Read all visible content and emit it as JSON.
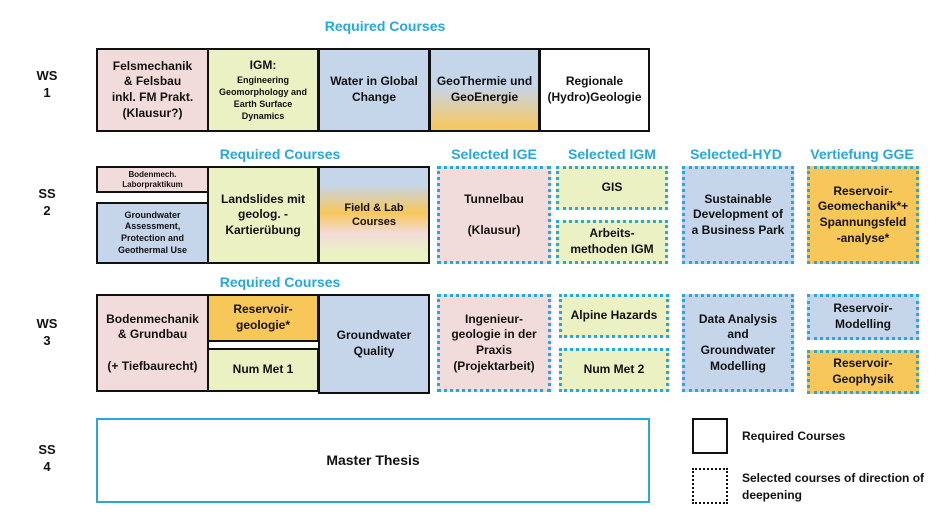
{
  "semesters": [
    "WS\n1",
    "SS\n2",
    "WS\n3",
    "SS\n4"
  ],
  "headers": {
    "required_1": "Required Courses",
    "required_2": "Required Courses",
    "required_3": "Required Courses",
    "selected_ige": "Selected IGE",
    "selected_igm": "Selected IGM",
    "selected_hyd": "Selected-HYD",
    "vertiefung_gge": "Vertiefung GGE"
  },
  "ws1": {
    "felsmechanik": "Felsmechanik\n& Felsbau\ninkl. FM Prakt.\n(Klausur?)",
    "igm_title": "IGM:",
    "igm_sub": "Engineering\nGeomorphology and\nEarth Surface\nDynamics",
    "water_global": "Water in Global\nChange",
    "geothermie": "GeoThermie und\nGeoEnergie",
    "regionale": "Regionale\n(Hydro)Geologie"
  },
  "ss2": {
    "bodenmech_lab": "Bodenmech.\nLaborpraktikum",
    "groundwater_assessment": "Groundwater\nAssessment,\nProtection and\nGeothermal Use",
    "landslides": "Landslides mit\ngeolog. -\nKartierübung",
    "field_lab": "Field & Lab\nCourses",
    "tunnelbau": "Tunnelbau\n\n(Klausur)",
    "gis": "GIS",
    "arbeitsmethoden": "Arbeits-\nmethoden IGM",
    "sustainable": "Sustainable\nDevelopment of\na Business Park",
    "reservoir_geomech": "Reservoir-\nGeomechanik*+\nSpannungsfeld\n-analyse*"
  },
  "ws3": {
    "bodenmechanik": "Bodenmechanik\n& Grundbau\n\n(+ Tiefbaurecht)",
    "reservoir_geologie": "Reservoir-\ngeologie*",
    "num_met_1": "Num Met 1",
    "groundwater_quality": "Groundwater\nQuality",
    "ingenieurgeologie": "Ingenieur-\ngeologie in der\nPraxis\n(Projektarbeit)",
    "alpine_hazards": "Alpine Hazards",
    "num_met_2": "Num Met 2",
    "data_analysis": "Data Analysis\nand\nGroundwater\nModelling",
    "reservoir_modelling": "Reservoir-\nModelling",
    "reservoir_geophysik": "Reservoir-\nGeophysik"
  },
  "ss4": {
    "master_thesis": "Master Thesis"
  },
  "legend": {
    "required": "Required Courses",
    "selected": "Selected courses of direction of\ndeepening"
  },
  "colors": {
    "accent": "#27a8d8",
    "pink": "#f2dcdb",
    "green": "#ebf1c3",
    "blue": "#c5d5ea",
    "orange": "#f8c75a"
  }
}
